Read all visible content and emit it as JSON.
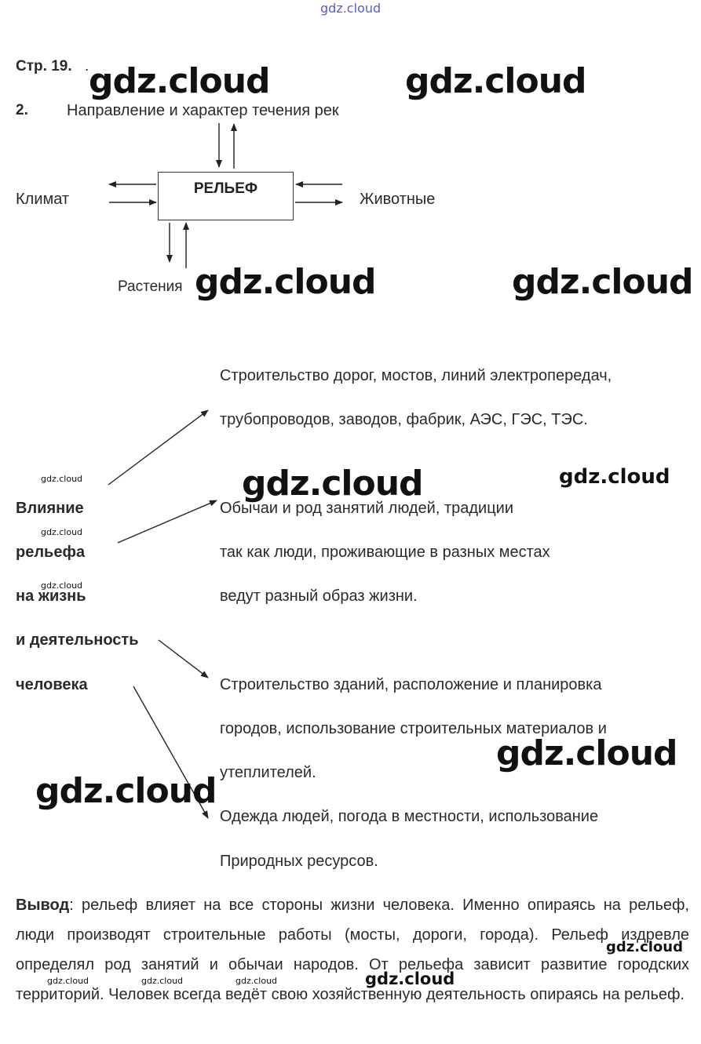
{
  "watermark": {
    "text": "gdz.cloud"
  },
  "header": {
    "page_ref": "Стр. 19.",
    "page_ref_dot": "."
  },
  "task2": {
    "number": "2.",
    "title": "Направление и характер течения рек",
    "center": "РЕЛЬЕФ",
    "left": "Климат",
    "right": "Животные",
    "bottom": "Растения"
  },
  "influence": {
    "label_lines": [
      "Влияние",
      "рельефа",
      "на жизнь",
      "и деятельность",
      "человека"
    ],
    "items": [
      {
        "lines": [
          "Строительство дорог, мостов, линий электропередач,",
          "трубопроводов, заводов, фабрик, АЭС, ГЭС, ТЭС."
        ]
      },
      {
        "lines": [
          "Обычаи и род занятий людей, традиции",
          "так как люди, проживающие в разных местах",
          "ведут разный образ жизни."
        ]
      },
      {
        "lines": [
          "Строительство зданий, расположение и планировка",
          "городов, использование строительных материалов и",
          "утеплителей."
        ]
      },
      {
        "lines": [
          "Одежда людей, погода в местности, использование",
          "Природных ресурсов."
        ]
      }
    ]
  },
  "conclusion": {
    "label": "Вывод",
    "text": ": рельеф влияет на все стороны жизни человека. Именно опираясь на рельеф, люди производят строительные работы (мосты, дороги, города). Рельеф издревле определял род занятий и обычаи народов. От рельефа зависит развитие городских территорий. Человек всегда ведёт свою хозяйственную деятельность опираясь на рельеф."
  }
}
